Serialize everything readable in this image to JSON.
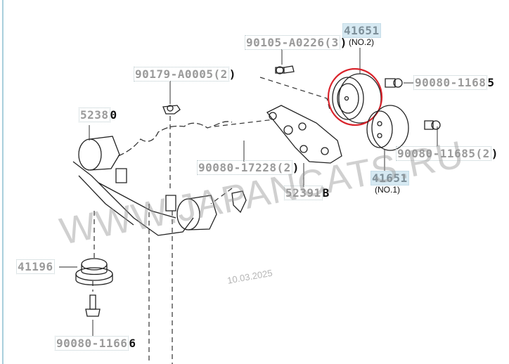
{
  "diagram": {
    "highlight_color": "#d9232b",
    "watermark": "WWW.JAPANCATS.RU",
    "date_stamp": "10.03.2025",
    "parts": [
      {
        "id": "p41651-no2",
        "code": "41651",
        "sub": "(NO.2)",
        "qty": "",
        "highlighted": true,
        "circled": true
      },
      {
        "id": "p90105",
        "code": "90105-A0226",
        "qty": "(3",
        "last": ")"
      },
      {
        "id": "p90179",
        "code": "90179-A0005",
        "qty": "(2",
        "last": ")"
      },
      {
        "id": "p90080-11685a",
        "code": "90080-1168",
        "qty": "",
        "last": "5"
      },
      {
        "id": "p52380",
        "code": "5238",
        "qty": "",
        "last": "0"
      },
      {
        "id": "p90080-17228",
        "code": "90080-17228",
        "qty": "(2",
        "last": ")"
      },
      {
        "id": "p90080-11685b",
        "code": "90080-11685",
        "qty": "(2",
        "last": ")"
      },
      {
        "id": "p41651-no1",
        "code": "41651",
        "sub": "(NO.1)",
        "highlighted": true
      },
      {
        "id": "p52391",
        "code": "52391",
        "qty": "",
        "last": "B"
      },
      {
        "id": "p41196",
        "code": "41196",
        "qty": "",
        "last": ""
      },
      {
        "id": "p90080-11666",
        "code": "90080-1166",
        "qty": "",
        "last": "6"
      }
    ]
  }
}
